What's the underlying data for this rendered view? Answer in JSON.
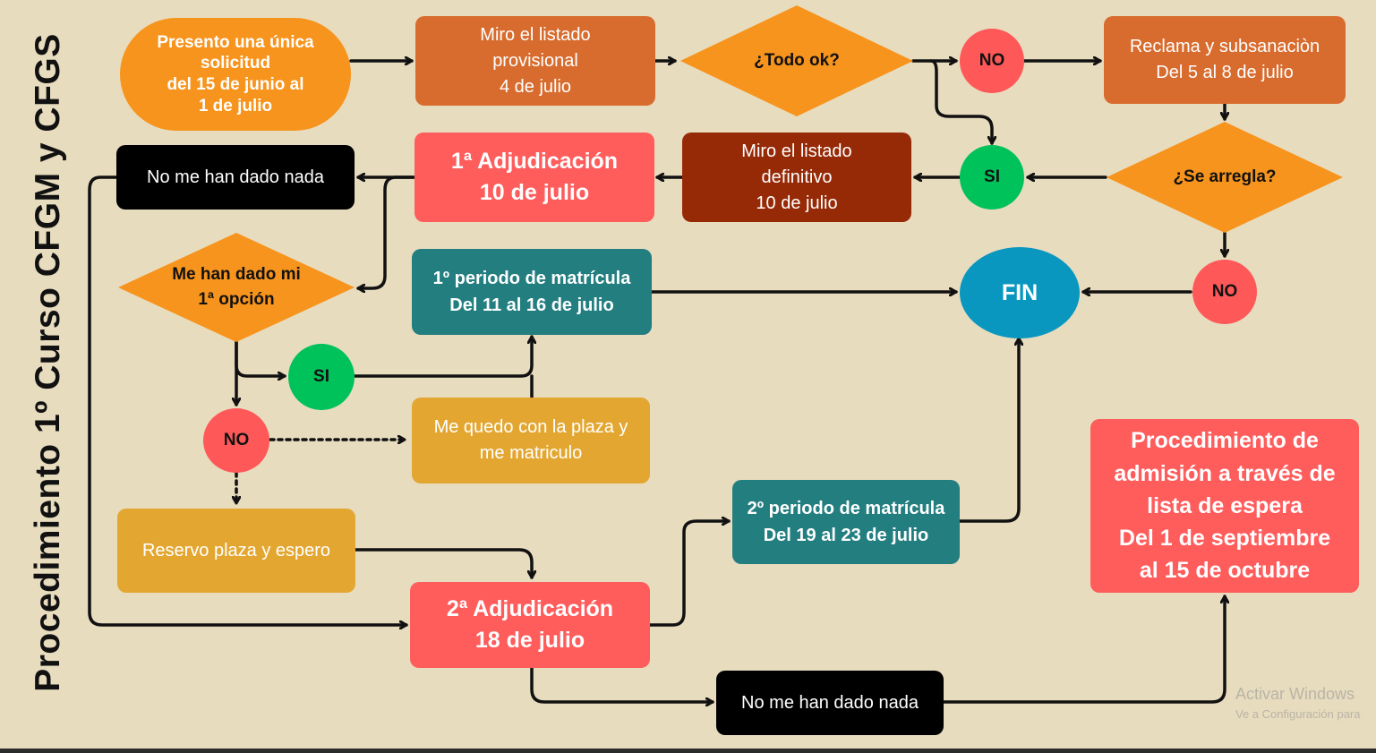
{
  "title": "Procedimiento 1º Curso CFGM y CFGS",
  "colors": {
    "background": "#e8dcbf",
    "orange_rounded": "#f7941d",
    "orange_box": "#d86c2e",
    "dark_red_box": "#962a07",
    "coral": "#ff5c5c",
    "teal": "#237e80",
    "mustard": "#e3a731",
    "black_box": "#000000",
    "diamond": "#f7941d",
    "circle_red": "#ff5858",
    "circle_green": "#00c25b",
    "circle_blue": "#0a97bf"
  },
  "nodes": {
    "solicitud": [
      "Presento una única",
      "solicitud",
      "del 15 de junio al",
      "1 de julio"
    ],
    "listado_provisional": [
      "Miro el listado",
      "provisional",
      "4 de julio"
    ],
    "todo_ok": "¿Todo ok?",
    "no_1": "NO",
    "reclama": [
      "Reclama y subsanaciòn",
      "Del 5 al 8 de julio"
    ],
    "se_arregla": "¿Se arregla?",
    "si_1": "SI",
    "listado_definitivo": [
      "Miro el listado",
      "definitivo",
      "10 de julio"
    ],
    "adjudicacion_1": [
      "1ª Adjudicación",
      "10 de julio"
    ],
    "nada_1": "No me han dado nada",
    "no_2": "NO",
    "fin": "FIN",
    "primera_opcion": [
      "Me han dado mi",
      "1ª opción"
    ],
    "matricula_1": [
      "1º periodo de matrícula",
      "Del 11 al 16 de julio"
    ],
    "si_2": "SI",
    "no_3": "NO",
    "me_quedo": [
      "Me quedo con la plaza y",
      "me  matriculo"
    ],
    "reservo": "Reservo plaza y espero",
    "matricula_2": [
      "2º periodo de matrícula",
      "Del 19 al 23 de julio"
    ],
    "lista_espera": [
      "Procedimiento de",
      "admisión a través de",
      "lista de espera",
      "Del 1 de septiembre",
      "al 15 de octubre"
    ],
    "adjudicacion_2": [
      "2ª Adjudicación",
      "18 de julio"
    ],
    "nada_2": "No me han dado nada"
  },
  "watermark": {
    "line1": "Activar Windows",
    "line2": "Ve a Configuración para"
  }
}
